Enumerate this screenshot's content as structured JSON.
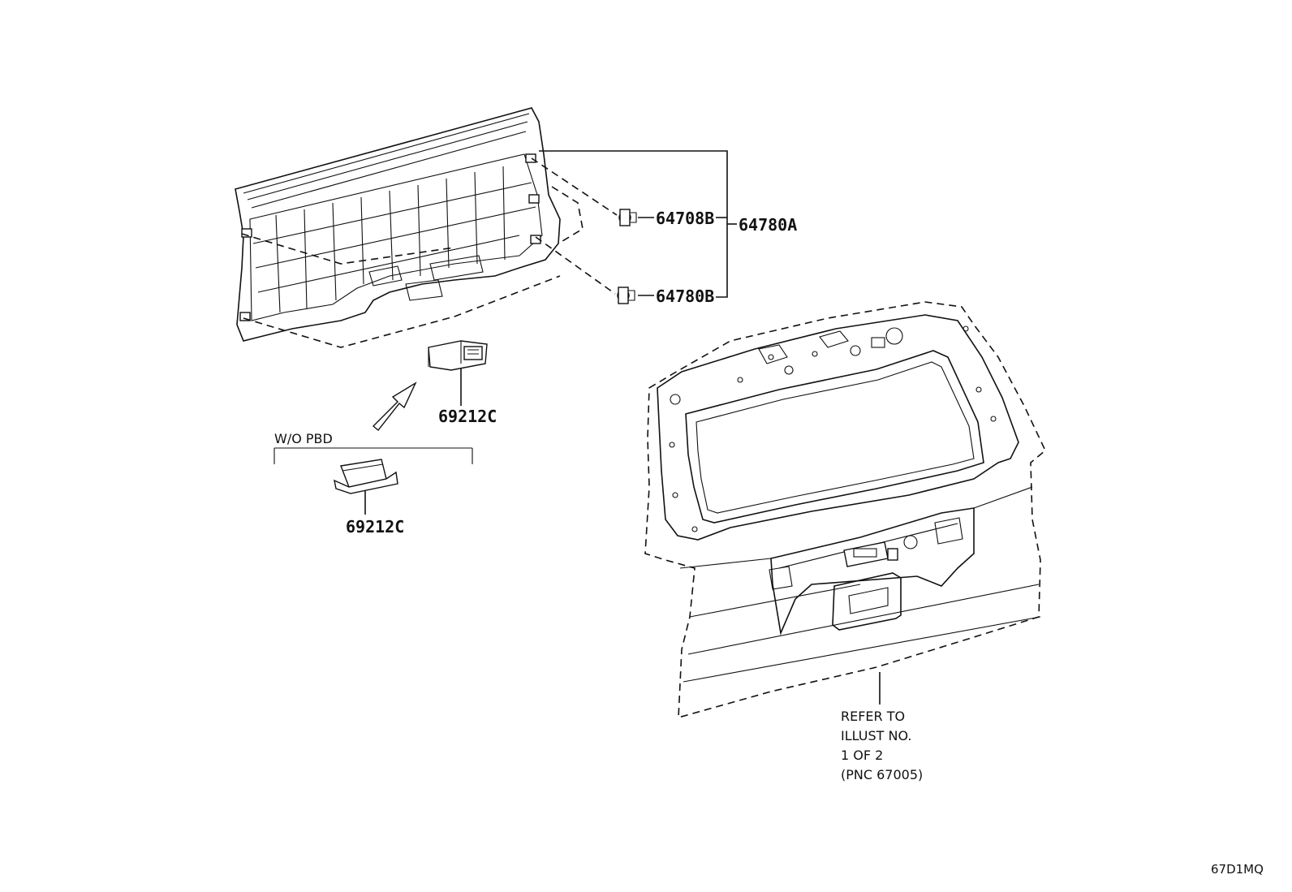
{
  "diagram": {
    "parts": [
      {
        "id": "64708B",
        "label": "64708B"
      },
      {
        "id": "64780B",
        "label": "64780B"
      },
      {
        "id": "64780A",
        "label": "64780A"
      },
      {
        "id": "69212C-upper",
        "label": "69212C"
      },
      {
        "id": "69212C-lower",
        "label": "69212C"
      }
    ],
    "variant_note": "W/O PBD",
    "reference_note": [
      "REFER TO",
      "ILLUST NO.",
      "1 OF 2",
      "(PNC 67005)"
    ],
    "illustration_code": "67D1MQ"
  }
}
